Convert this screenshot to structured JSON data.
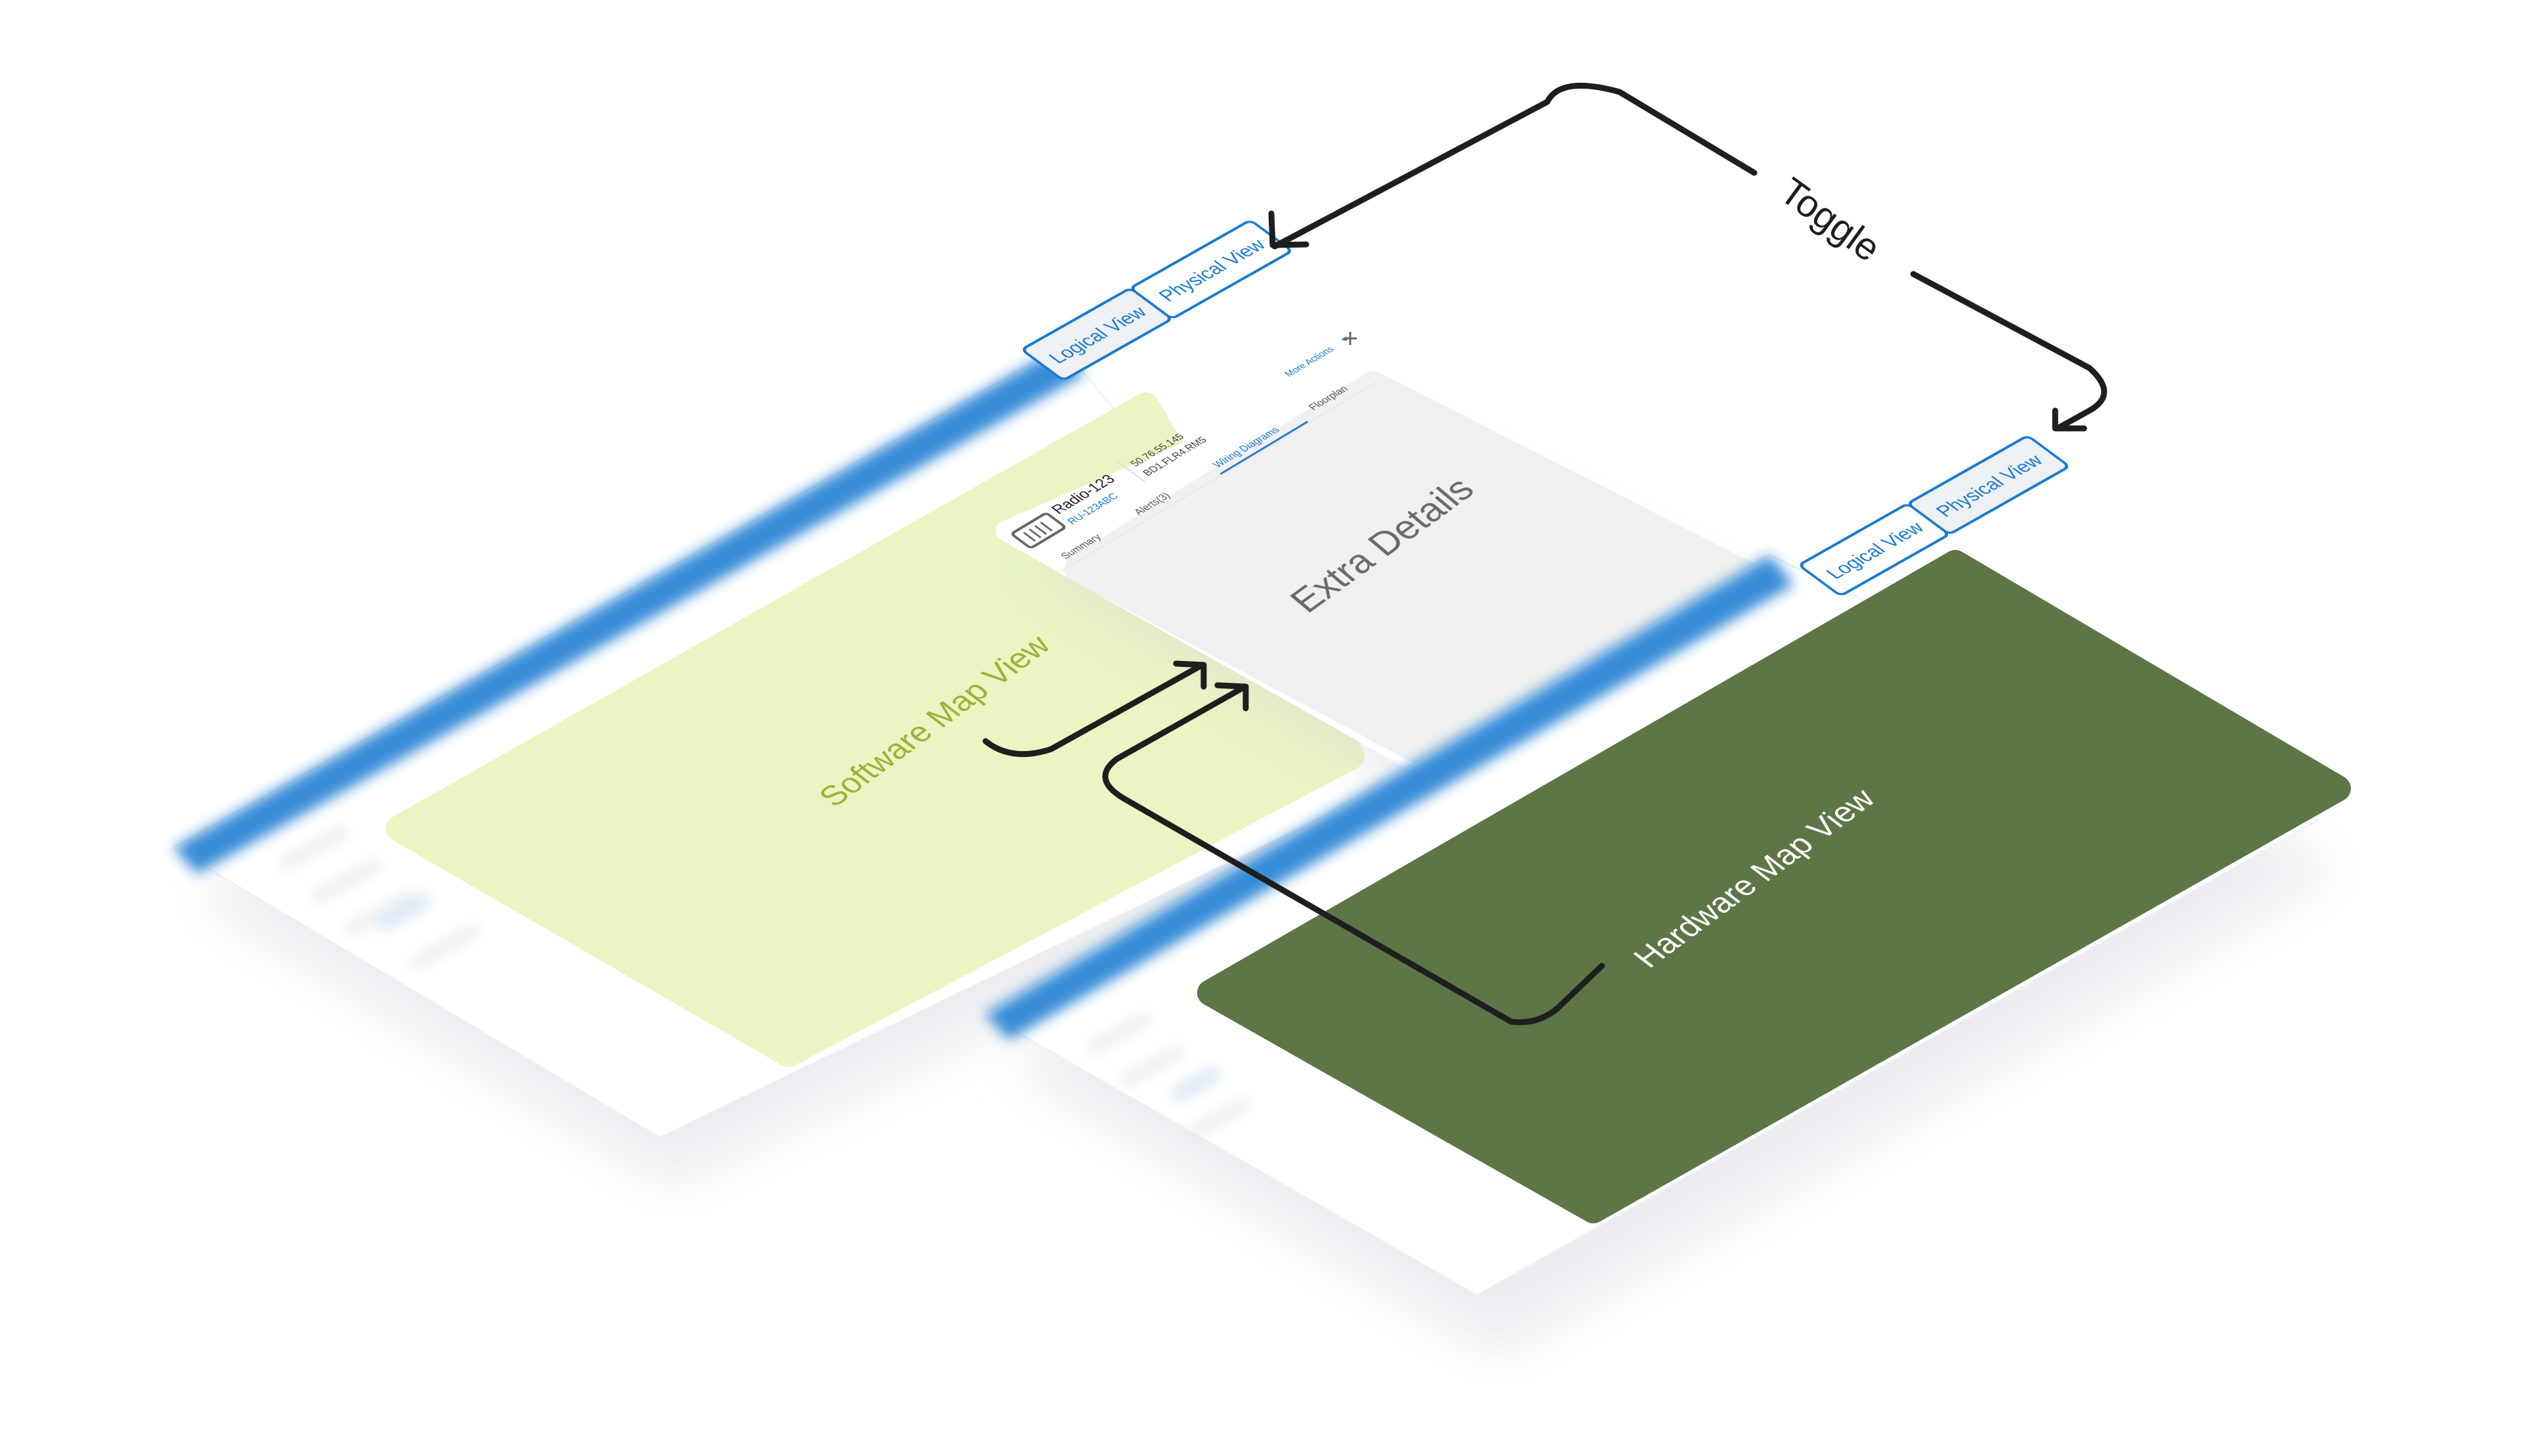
{
  "diagram": {
    "toggle_label": "Toggle",
    "colors": {
      "accent_blue": "#1a7ad0",
      "software_bg": "#eaf5c3",
      "software_text": "#9ab33a",
      "hardware_bg": "#5e7646",
      "hardware_text": "#ffffff",
      "details_bg": "#f0f0f0",
      "details_text": "#6b6b6b",
      "arrow": "#1e1e1e"
    }
  },
  "software_view": {
    "toggle": {
      "logical_label": "Logical View",
      "physical_label": "Physical View",
      "selected": "Physical View"
    },
    "map_label": "Software Map View"
  },
  "details_panel": {
    "more_actions_label": "More Actions",
    "device": {
      "name": "Radio-123",
      "id": "RU-123ABC",
      "ip": "50.76.55.145",
      "location": "BD1.FLR4.RM5"
    },
    "tabs": [
      {
        "label": "Summary",
        "active": false
      },
      {
        "label": "Alerts(3)",
        "active": false
      },
      {
        "label": "Wiring Diagrams",
        "active": true
      },
      {
        "label": "Floorplan",
        "active": false
      }
    ],
    "content_label": "Extra Details"
  },
  "hardware_view": {
    "toggle": {
      "logical_label": "Logical View",
      "physical_label": "Physical View",
      "selected": "Logical View"
    },
    "map_label": "Hardware Map View"
  }
}
